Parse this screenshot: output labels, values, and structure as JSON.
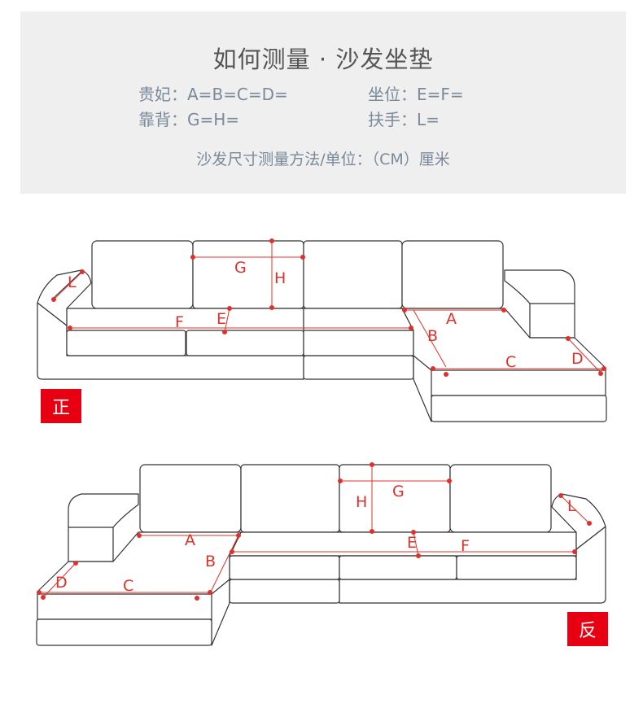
{
  "header": {
    "title": "如何测量  ·  沙发坐垫",
    "row1_left": "贵妃：A=B=C=D=",
    "row1_right": "坐位：E=F=",
    "row2_left": "靠背：G=H=",
    "row2_right": "扶手：L=",
    "unit_note": "沙发尺寸测量方法/单位：（CM）厘米"
  },
  "diagram_front": {
    "badge": "正",
    "labels": {
      "A": "A",
      "B": "B",
      "C": "C",
      "D": "D",
      "E": "E",
      "F": "F",
      "G": "G",
      "H": "H",
      "L": "L"
    }
  },
  "diagram_back": {
    "badge": "反",
    "labels": {
      "A": "A",
      "B": "B",
      "C": "C",
      "D": "D",
      "E": "E",
      "F": "F",
      "G": "G",
      "H": "H",
      "L": "L"
    }
  },
  "colors": {
    "header_bg": "#efefef",
    "measure_line": "#e0302a",
    "badge": "#e60012",
    "outline": "#333333"
  }
}
